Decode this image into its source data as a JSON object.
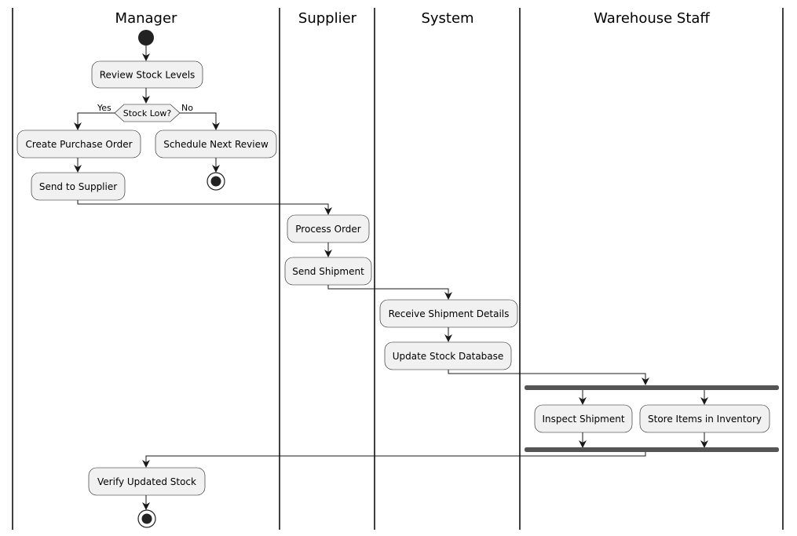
{
  "colors": {
    "activity_fill": "#f1f1f1",
    "line": "#181818",
    "node": "#222222",
    "fork_bar": "#555555"
  },
  "lanes": {
    "manager": "Manager",
    "supplier": "Supplier",
    "system": "System",
    "warehouse": "Warehouse Staff"
  },
  "activities": {
    "review_stock": "Review Stock Levels",
    "create_po": "Create Purchase Order",
    "schedule_review": "Schedule Next Review",
    "send_supplier": "Send to Supplier",
    "process_order": "Process Order",
    "send_shipment": "Send Shipment",
    "receive_details": "Receive Shipment Details",
    "update_db": "Update Stock Database",
    "inspect": "Inspect Shipment",
    "store_items": "Store Items in Inventory",
    "verify_stock": "Verify Updated Stock"
  },
  "decision": {
    "label": "Stock Low?",
    "yes": "Yes",
    "no": "No"
  }
}
